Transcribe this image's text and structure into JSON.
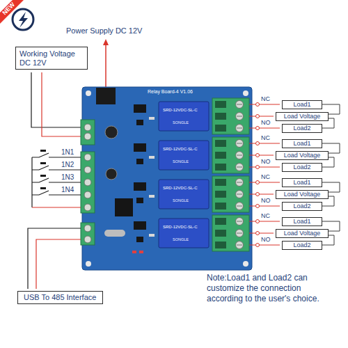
{
  "diagram": {
    "nodes": [
      {
        "text": [
          "Working Voltage DC 12V"
        ]
      },
      {
        "text": [
          "Load1"
        ]
      },
      {
        "text": [
          "Load Voltage"
        ]
      },
      {
        "text": [
          "Load2"
        ]
      },
      {
        "text": [
          "Load1"
        ]
      },
      {
        "text": [
          "Load Voltage"
        ]
      },
      {
        "text": [
          "Load2"
        ]
      },
      {
        "text": [
          "Load1"
        ]
      },
      {
        "text": [
          "Load Voltage"
        ]
      },
      {
        "text": [
          "Load2"
        ]
      },
      {
        "text": [
          "Load1"
        ]
      },
      {
        "text": [
          "Load Voltage"
        ]
      },
      {
        "text": [
          "Load2"
        ]
      },
      {
        "text": [
          "USB To 485 Interface"
        ]
      }
    ],
    "edges": [
      {
        "from": 1,
        "to": 2,
        "arrow": "none"
      },
      {
        "from": 2,
        "to": 3,
        "arrow": "none"
      },
      {
        "from": 4,
        "to": 5,
        "arrow": "none"
      },
      {
        "from": 5,
        "to": 6,
        "arrow": "none"
      },
      {
        "from": 7,
        "to": 8,
        "arrow": "none"
      },
      {
        "from": 8,
        "to": 9,
        "arrow": "none"
      },
      {
        "from": 10,
        "to": 11,
        "arrow": "none"
      },
      {
        "from": 11,
        "to": 12,
        "arrow": "none"
      }
    ],
    "labels": [
      "NEW",
      "Power Supply DC 12V",
      "Relay Board-4 V1.06",
      "1N1",
      "1N2",
      "1N3",
      "1N4",
      "NC",
      "NO",
      "NC",
      "NO",
      "NC",
      "NO",
      "NC",
      "NO",
      "SRD-12VDC-SL-C",
      "SRD-12VDC-SL-C",
      "SRD-12VDC-SL-C",
      "SRD-12VDC-SL-C",
      "SONGLE",
      "SONGLE",
      "SONGLE",
      "SONGLE",
      "Note:Load1 and Load2 can customize the connection according to the user's choice."
    ]
  }
}
